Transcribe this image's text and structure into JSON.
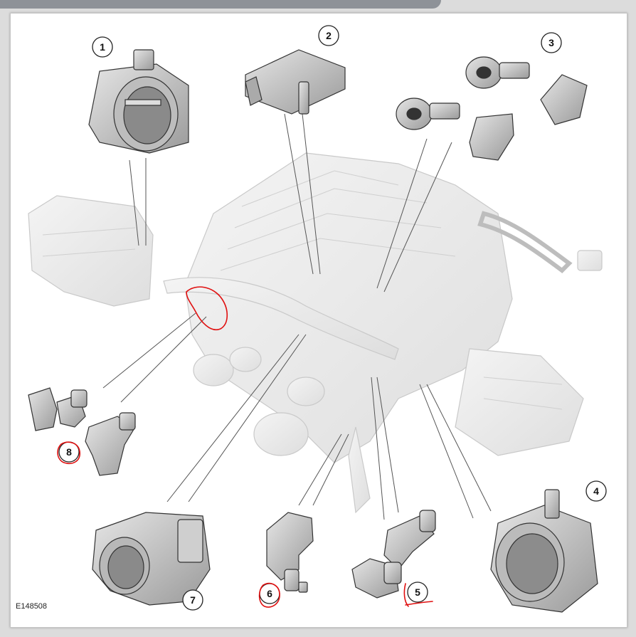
{
  "figure": {
    "reference_code": "E148508",
    "callouts": [
      {
        "id": "callout-1",
        "label": "1"
      },
      {
        "id": "callout-2",
        "label": "2"
      },
      {
        "id": "callout-3",
        "label": "3"
      },
      {
        "id": "callout-4",
        "label": "4"
      },
      {
        "id": "callout-5",
        "label": "5"
      },
      {
        "id": "callout-6",
        "label": "6"
      },
      {
        "id": "callout-7",
        "label": "7"
      },
      {
        "id": "callout-8",
        "label": "8"
      }
    ],
    "annotation_color": "#e01010"
  }
}
